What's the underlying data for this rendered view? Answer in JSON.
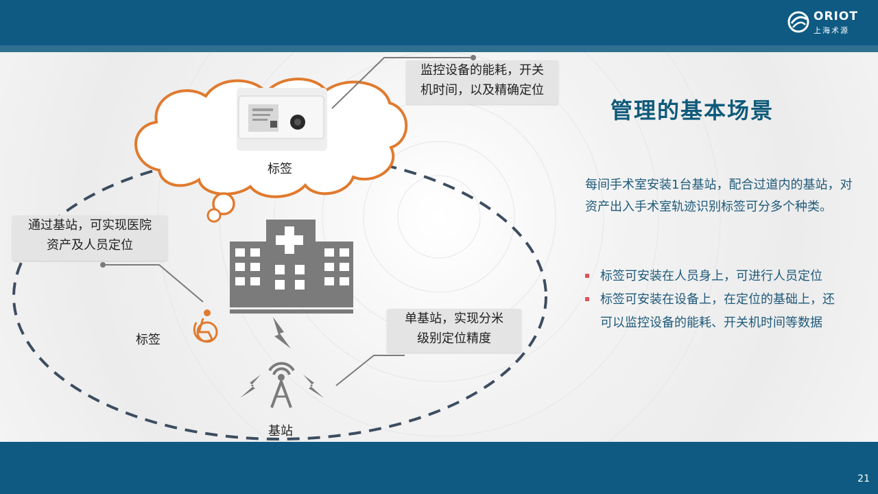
{
  "header": {
    "logo_name": "ORIOT",
    "logo_sub": "上海术源"
  },
  "diagram": {
    "cloud_tag_label": "标签",
    "person_tag_label": "标签",
    "base_station_label": "基站",
    "callout_top": {
      "line1": "监控设备的能耗，开关",
      "line2": "机时间，以及精确定位"
    },
    "callout_left": {
      "line1": "通过基站，可实现医院",
      "line2": "资产及人员定位"
    },
    "callout_right": {
      "line1": "单基站，实现分米",
      "line2": "级别定位精度"
    },
    "icons": [
      "device-photo",
      "hospital-icon",
      "lightning-icon",
      "antenna-icon",
      "wheelchair-icon"
    ]
  },
  "main": {
    "title": "管理的基本场景",
    "description": "每间手术室安装1台基站，配合过道内的基站，对资产出入手术室轨迹识别标签可分多个种类。",
    "bullets": [
      "标签可安装在人员身上，可进行人员定位",
      "标签可安装在设备上，在定位的基础上，还可以监控设备的能耗、开关机时间等数据"
    ]
  },
  "footer": {
    "page_number": "21"
  },
  "colors": {
    "header_blue": "#0e5a82",
    "accent_orange": "#e07a2e",
    "title_teal": "#0f5a7a",
    "bullet_red": "#e0525a"
  }
}
